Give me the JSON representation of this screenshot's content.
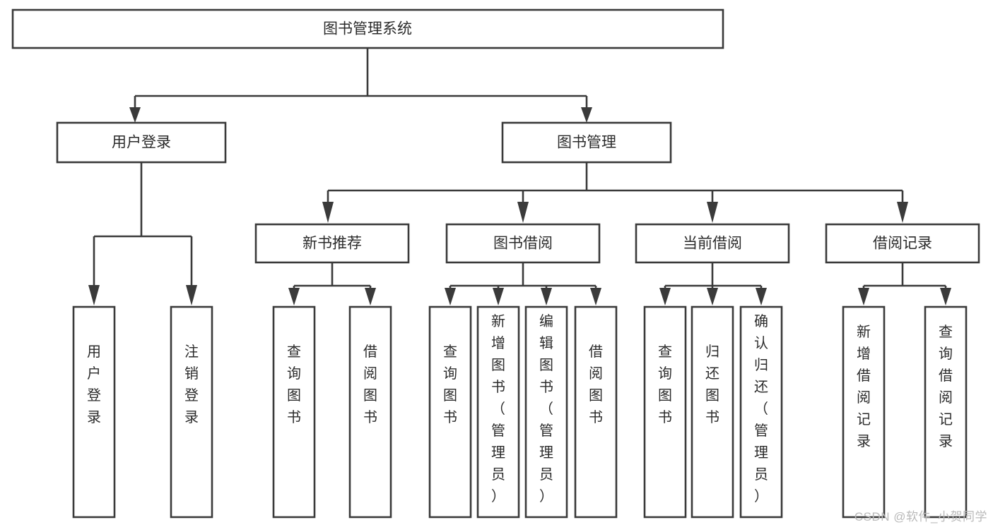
{
  "diagram": {
    "type": "tree",
    "orientation": "top-down",
    "title": "图书管理系统",
    "colors": {
      "box_stroke": "#3a3a3a",
      "box_fill": "#ffffff",
      "text": "#2b2b2b",
      "connector": "#3a3a3a",
      "watermark": "#b9b9b9",
      "background": "#ffffff"
    },
    "root": {
      "id": "root",
      "label": "图书管理系统",
      "orientation": "horizontal"
    },
    "level2": [
      {
        "id": "user-login",
        "label": "用户登录",
        "orientation": "horizontal"
      },
      {
        "id": "book-manage",
        "label": "图书管理",
        "orientation": "horizontal"
      }
    ],
    "level3": [
      {
        "id": "new-book-recommend",
        "label": "新书推荐",
        "orientation": "horizontal",
        "parent": "book-manage"
      },
      {
        "id": "book-borrow",
        "label": "图书借阅",
        "orientation": "horizontal",
        "parent": "book-manage"
      },
      {
        "id": "current-borrow",
        "label": "当前借阅",
        "orientation": "horizontal",
        "parent": "book-manage"
      },
      {
        "id": "borrow-record",
        "label": "借阅记录",
        "orientation": "horizontal",
        "parent": "book-manage"
      }
    ],
    "leaves": [
      {
        "id": "leaf-user-login",
        "label": "用户登录",
        "orientation": "vertical",
        "parent": "user-login"
      },
      {
        "id": "leaf-logout",
        "label": "注销登录",
        "orientation": "vertical",
        "parent": "user-login"
      },
      {
        "id": "leaf-query-book-1",
        "label": "查询图书",
        "orientation": "vertical",
        "parent": "new-book-recommend"
      },
      {
        "id": "leaf-borrow-book-1",
        "label": "借阅图书",
        "orientation": "vertical",
        "parent": "new-book-recommend"
      },
      {
        "id": "leaf-query-book-2",
        "label": "查询图书",
        "orientation": "vertical",
        "parent": "book-borrow"
      },
      {
        "id": "leaf-add-book",
        "label": "新增图书（管理员）",
        "orientation": "vertical",
        "parent": "book-borrow"
      },
      {
        "id": "leaf-edit-book",
        "label": "编辑图书（管理员）",
        "orientation": "vertical",
        "parent": "book-borrow"
      },
      {
        "id": "leaf-borrow-book-2",
        "label": "借阅图书",
        "orientation": "vertical",
        "parent": "book-borrow"
      },
      {
        "id": "leaf-query-book-3",
        "label": "查询图书",
        "orientation": "vertical",
        "parent": "current-borrow"
      },
      {
        "id": "leaf-return-book",
        "label": "归还图书",
        "orientation": "vertical",
        "parent": "current-borrow"
      },
      {
        "id": "leaf-confirm-return",
        "label": "确认归还（管理员）",
        "orientation": "vertical",
        "parent": "current-borrow"
      },
      {
        "id": "leaf-add-record",
        "label": "新增借阅记录",
        "orientation": "vertical",
        "parent": "borrow-record"
      },
      {
        "id": "leaf-query-record",
        "label": "查询借阅记录",
        "orientation": "vertical",
        "parent": "borrow-record"
      }
    ]
  },
  "watermark": {
    "text": "CSDN @软件_小贺同学"
  }
}
